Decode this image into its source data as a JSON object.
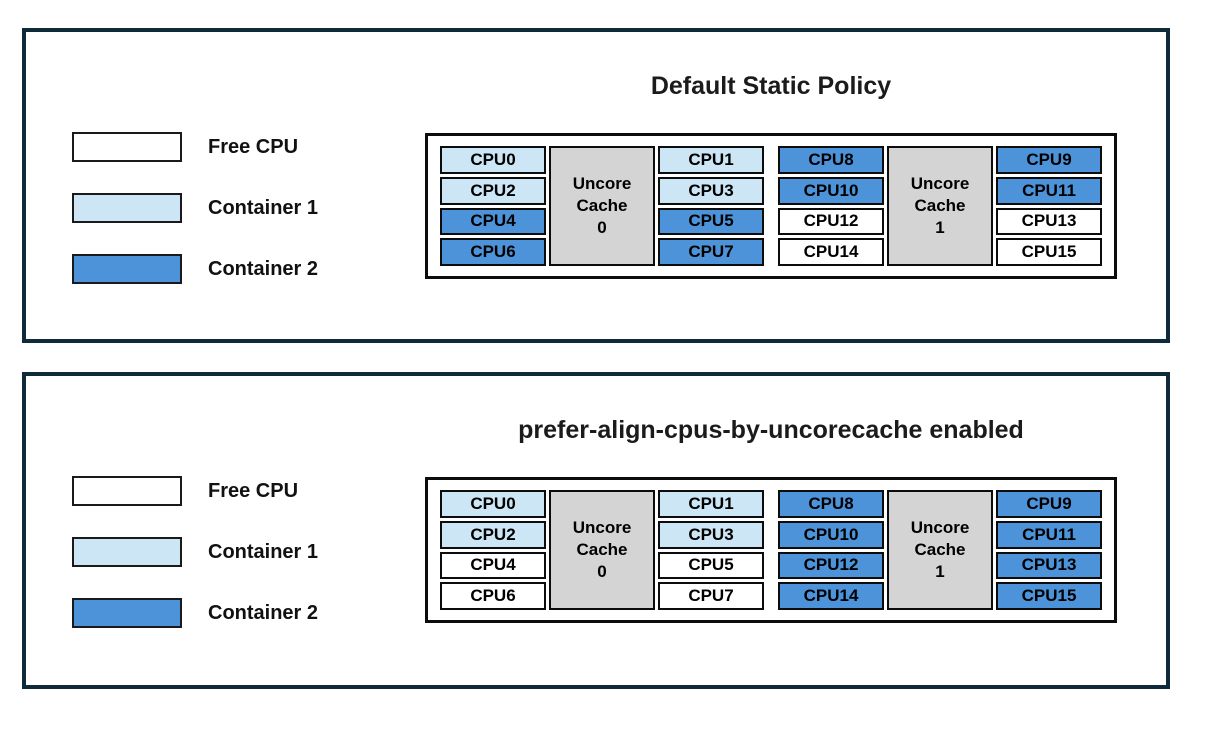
{
  "colors": {
    "free": "#ffffff",
    "container1": "#cde6f5",
    "container2": "#4c93d9",
    "cache_fill": "#d4d4d4",
    "panel_border": "#0f2b3a",
    "cell_border": "#0c0c0c"
  },
  "legend": {
    "items": [
      {
        "label": "Free CPU",
        "color_key": "free"
      },
      {
        "label": "Container 1",
        "color_key": "container1"
      },
      {
        "label": "Container 2",
        "color_key": "container2"
      }
    ]
  },
  "panels": [
    {
      "title": "Default Static Policy",
      "groups": [
        {
          "cache_label_lines": [
            "Uncore",
            "Cache",
            "0"
          ],
          "left_cpus": [
            {
              "label": "CPU0",
              "state": "container1"
            },
            {
              "label": "CPU2",
              "state": "container1"
            },
            {
              "label": "CPU4",
              "state": "container2"
            },
            {
              "label": "CPU6",
              "state": "container2"
            }
          ],
          "right_cpus": [
            {
              "label": "CPU1",
              "state": "container1"
            },
            {
              "label": "CPU3",
              "state": "container1"
            },
            {
              "label": "CPU5",
              "state": "container2"
            },
            {
              "label": "CPU7",
              "state": "container2"
            }
          ]
        },
        {
          "cache_label_lines": [
            "Uncore",
            "Cache",
            "1"
          ],
          "left_cpus": [
            {
              "label": "CPU8",
              "state": "container2"
            },
            {
              "label": "CPU10",
              "state": "container2"
            },
            {
              "label": "CPU12",
              "state": "free"
            },
            {
              "label": "CPU14",
              "state": "free"
            }
          ],
          "right_cpus": [
            {
              "label": "CPU9",
              "state": "container2"
            },
            {
              "label": "CPU11",
              "state": "container2"
            },
            {
              "label": "CPU13",
              "state": "free"
            },
            {
              "label": "CPU15",
              "state": "free"
            }
          ]
        }
      ]
    },
    {
      "title": "prefer-align-cpus-by-uncorecache enabled",
      "groups": [
        {
          "cache_label_lines": [
            "Uncore",
            "Cache",
            "0"
          ],
          "left_cpus": [
            {
              "label": "CPU0",
              "state": "container1"
            },
            {
              "label": "CPU2",
              "state": "container1"
            },
            {
              "label": "CPU4",
              "state": "free"
            },
            {
              "label": "CPU6",
              "state": "free"
            }
          ],
          "right_cpus": [
            {
              "label": "CPU1",
              "state": "container1"
            },
            {
              "label": "CPU3",
              "state": "container1"
            },
            {
              "label": "CPU5",
              "state": "free"
            },
            {
              "label": "CPU7",
              "state": "free"
            }
          ]
        },
        {
          "cache_label_lines": [
            "Uncore",
            "Cache",
            "1"
          ],
          "left_cpus": [
            {
              "label": "CPU8",
              "state": "container2"
            },
            {
              "label": "CPU10",
              "state": "container2"
            },
            {
              "label": "CPU12",
              "state": "container2"
            },
            {
              "label": "CPU14",
              "state": "container2"
            }
          ],
          "right_cpus": [
            {
              "label": "CPU9",
              "state": "container2"
            },
            {
              "label": "CPU11",
              "state": "container2"
            },
            {
              "label": "CPU13",
              "state": "container2"
            },
            {
              "label": "CPU15",
              "state": "container2"
            }
          ]
        }
      ]
    }
  ]
}
